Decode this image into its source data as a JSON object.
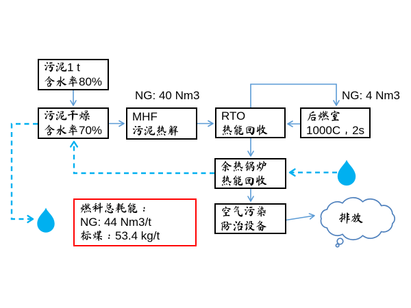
{
  "page": {
    "background": "#ffffff"
  },
  "process_boxes": [
    {
      "id": "sludge-input",
      "line1": "污泥1 t",
      "line2": "含水率80%"
    },
    {
      "id": "sludge-drying",
      "line1": "污泥干燥",
      "line2": "含水率70%"
    },
    {
      "id": "mhf-pyrolysis",
      "line1": "MHF",
      "line2": "污泥热解"
    },
    {
      "id": "rto",
      "line1": "RTO",
      "line2": "热能回收"
    },
    {
      "id": "afterburner",
      "line1": "后燃室",
      "line2": "1000C，2s"
    },
    {
      "id": "waste-heat-boiler",
      "line1": "余热锅炉",
      "line2": "热能回收"
    },
    {
      "id": "air-pollution-control",
      "line1": "空气污染",
      "line2": "防治设备"
    }
  ],
  "gas_labels": {
    "mhf_ng": "NG: 40 Nm3",
    "afterburner_ng": "NG: 4 Nm3"
  },
  "fuel_summary": {
    "line1": "燃料总耗能：",
    "line2": "NG: 44 Nm3/t",
    "line3": "标煤：53.4 kg/t"
  },
  "emission_cloud": {
    "label": "排放"
  },
  "icons": {
    "water_drop_right": "water-drop",
    "water_drop_left": "water-drop"
  },
  "colors": {
    "box_border": "#000000",
    "text": "#000000",
    "connector_blue": "#5b9bd5",
    "dashed_cyan": "#00b0f0",
    "droplet_fill": "#00b0f0",
    "summary_border": "#ff0000",
    "cloud_stroke": "#4f81bd"
  },
  "connections": [
    {
      "from": "sludge-input",
      "to": "sludge-drying",
      "style": "solid"
    },
    {
      "from": "sludge-drying",
      "to": "mhf-pyrolysis",
      "style": "solid"
    },
    {
      "from": "mhf-pyrolysis",
      "to": "rto",
      "style": "solid"
    },
    {
      "from": "rto",
      "to": "afterburner",
      "style": "solid"
    },
    {
      "from": "afterburner",
      "to": "rto",
      "style": "solid"
    },
    {
      "from": "rto",
      "to": "waste-heat-boiler",
      "style": "solid"
    },
    {
      "from": "waste-heat-boiler",
      "to": "air-pollution-control",
      "style": "solid"
    },
    {
      "from": "air-pollution-control",
      "to": "emission-cloud",
      "style": "solid"
    },
    {
      "from": "water-drop-right",
      "to": "waste-heat-boiler",
      "style": "dashed"
    },
    {
      "from": "waste-heat-boiler",
      "to": "sludge-drying",
      "style": "dashed"
    },
    {
      "from": "sludge-drying",
      "to": "water-drop-left",
      "style": "dashed"
    }
  ]
}
